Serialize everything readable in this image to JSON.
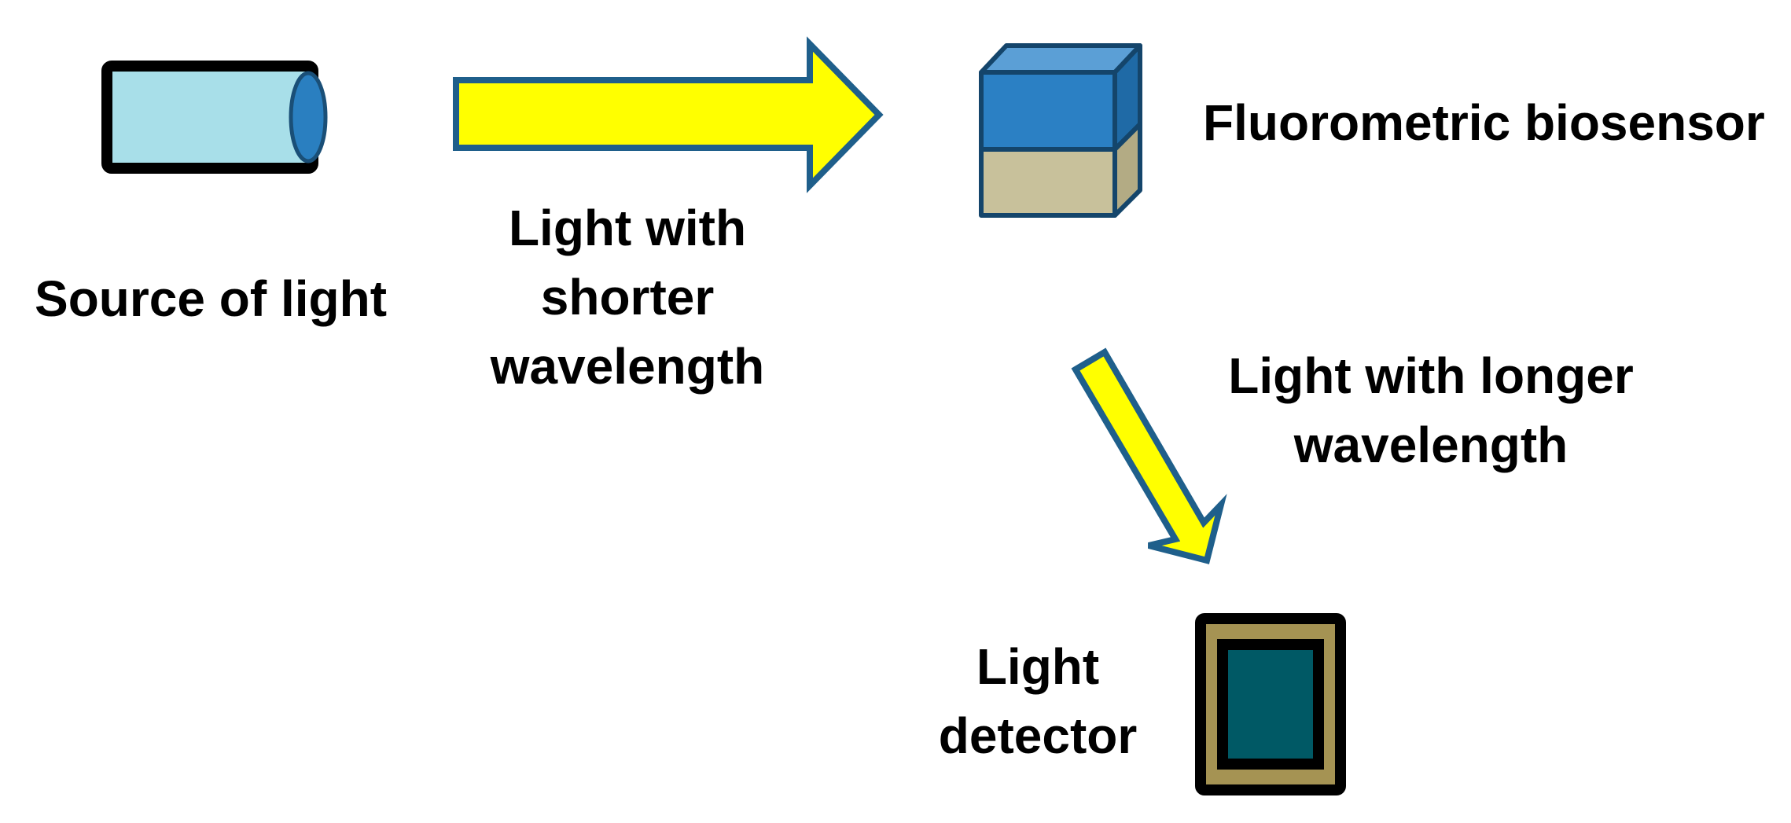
{
  "labels": {
    "source": "Source of light",
    "short_line1": "Light with",
    "short_line2": "shorter",
    "short_line3": "wavelength",
    "biosensor": "Fluorometric biosensor",
    "long_line1": "Light with longer",
    "long_line2": "wavelength",
    "detector_line1": "Light",
    "detector_line2": "detector"
  },
  "colors": {
    "arrow_fill": "#ffff00",
    "arrow_stroke": "#1f5f8b",
    "tube_fill": "#a8dfe9",
    "tube_cap": "#2a7fc0",
    "cube_top": "#2b80c4",
    "cube_bottom": "#c8c19b",
    "detector_frame": "#a59353",
    "detector_screen": "#005965"
  }
}
